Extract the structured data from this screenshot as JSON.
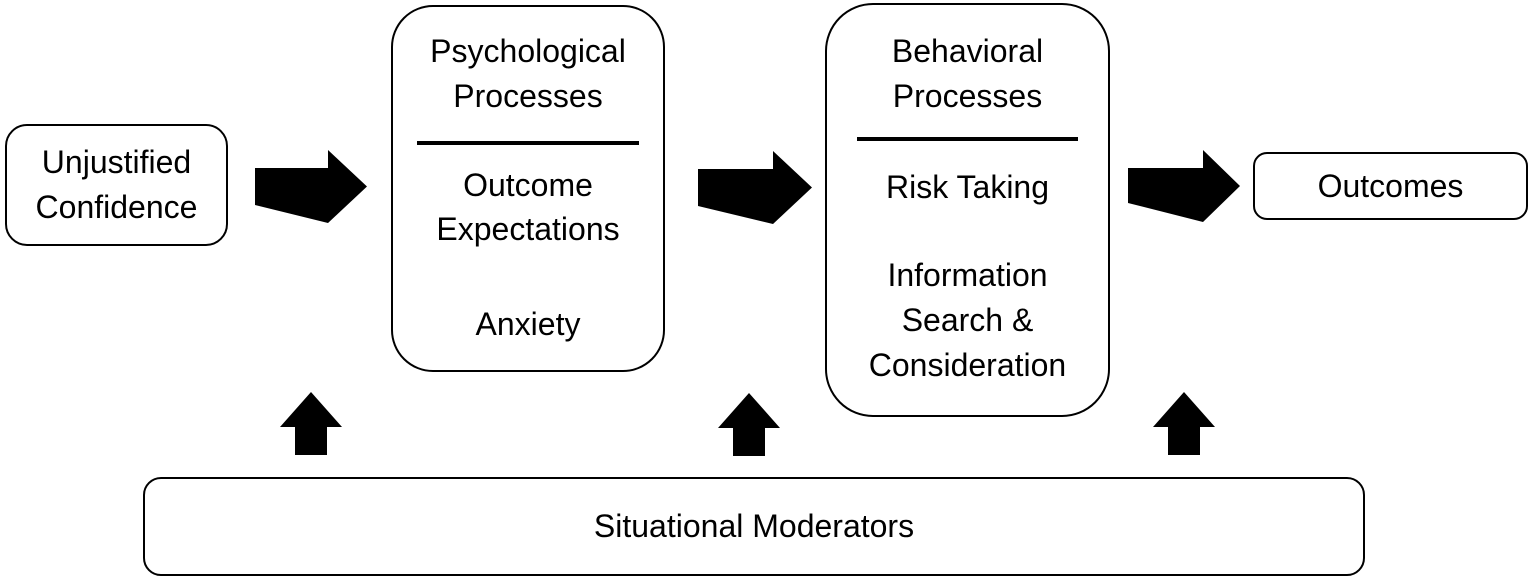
{
  "diagram": {
    "title_hint": "Unjustified confidence model flow diagram",
    "colors": {
      "ink": "#000000",
      "background": "#ffffff"
    },
    "boxes": {
      "unjustified_confidence": {
        "label": "Unjustified Confidence"
      },
      "psychological": {
        "title": "Psychological Processes",
        "items": [
          "Outcome Expectations",
          "Anxiety"
        ]
      },
      "behavioral": {
        "title": "Behavioral Processes",
        "items": [
          "Risk Taking",
          "Information Search & Consideration"
        ]
      },
      "outcomes": {
        "label": "Outcomes"
      },
      "moderators": {
        "label": "Situational Moderators"
      }
    },
    "connectors": {
      "flow_arrows": [
        "right-arrow",
        "right-arrow",
        "right-arrow"
      ],
      "moderator_arrows": [
        "up-arrow",
        "up-arrow",
        "up-arrow"
      ]
    }
  }
}
